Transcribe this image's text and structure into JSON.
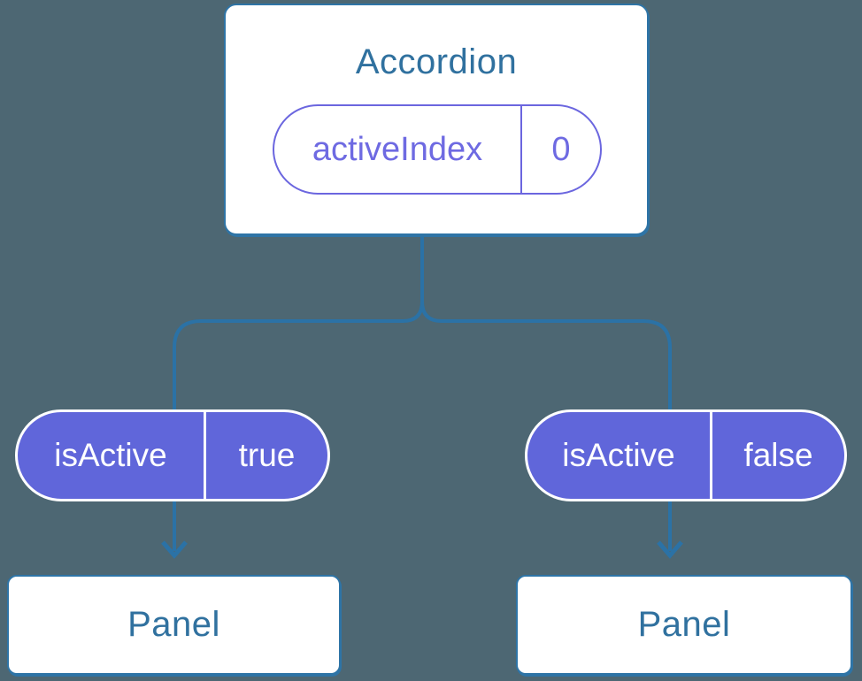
{
  "canvas": {
    "background": "#4D6773"
  },
  "palette": {
    "connector_blue": "#2B72A6",
    "node_border_blue": "#2E74A6",
    "heading_blue": "#30719F",
    "pill_fill_purple": "#6066DA",
    "pill_outline_purple": "#6B66DF",
    "pill_text_purple": "#6E6AE2",
    "node_fill": "#FFFFFF",
    "pill_text_white": "#FFFFFF"
  },
  "diagram": {
    "root": {
      "title": "Accordion",
      "state": {
        "name": "activeIndex",
        "value": "0"
      }
    },
    "children": [
      {
        "prop": {
          "name": "isActive",
          "value": "true"
        },
        "panel_label": "Panel"
      },
      {
        "prop": {
          "name": "isActive",
          "value": "false"
        },
        "panel_label": "Panel"
      }
    ]
  }
}
